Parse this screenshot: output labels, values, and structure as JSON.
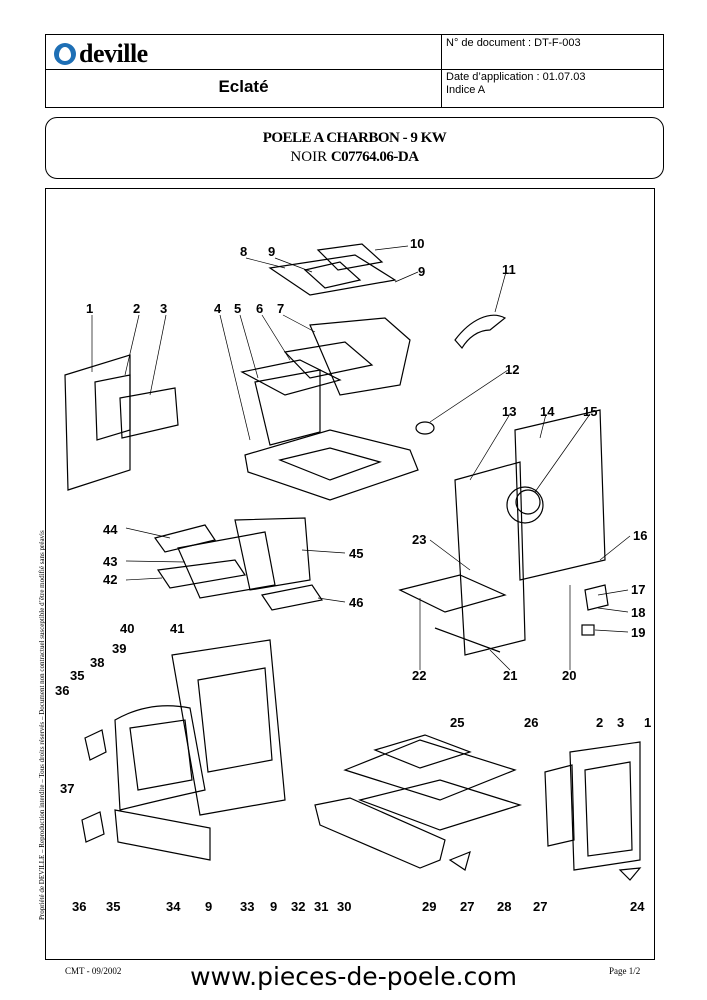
{
  "header": {
    "logo_text": "deville",
    "doc_number": "N° de document : DT-F-003",
    "section": "Eclaté",
    "date_application": "Date d’application : 01.07.03",
    "indice": "Indice A"
  },
  "title": {
    "line1": "POELE A CHARBON - 9 KW",
    "color": "NOIR",
    "reference": "C07764.06-DA"
  },
  "part_labels": [
    "1",
    "2",
    "3",
    "4",
    "5",
    "6",
    "7",
    "8",
    "9",
    "10",
    "9",
    "11",
    "12",
    "13",
    "14",
    "15",
    "16",
    "17",
    "18",
    "19",
    "20",
    "21",
    "22",
    "23",
    "44",
    "43",
    "42",
    "45",
    "46",
    "40",
    "41",
    "39",
    "38",
    "35",
    "36",
    "37",
    "36",
    "35",
    "34",
    "9",
    "33",
    "9",
    "32",
    "31",
    "30",
    "25",
    "26",
    "2",
    "3",
    "1",
    "29",
    "27",
    "28",
    "27",
    "24"
  ],
  "side_note": "Propriété de DEVILLE – Reproduction interdite – Tous droits réservés – Document non contractuel susceptible d’être modifié sans préavis",
  "footer": {
    "left": "CMT - 09/2002",
    "url": "www.pieces-de-poele.com",
    "right": "Page 1/2"
  },
  "colors": {
    "logo_blue": "#1e6fb5",
    "ink": "#000000"
  }
}
